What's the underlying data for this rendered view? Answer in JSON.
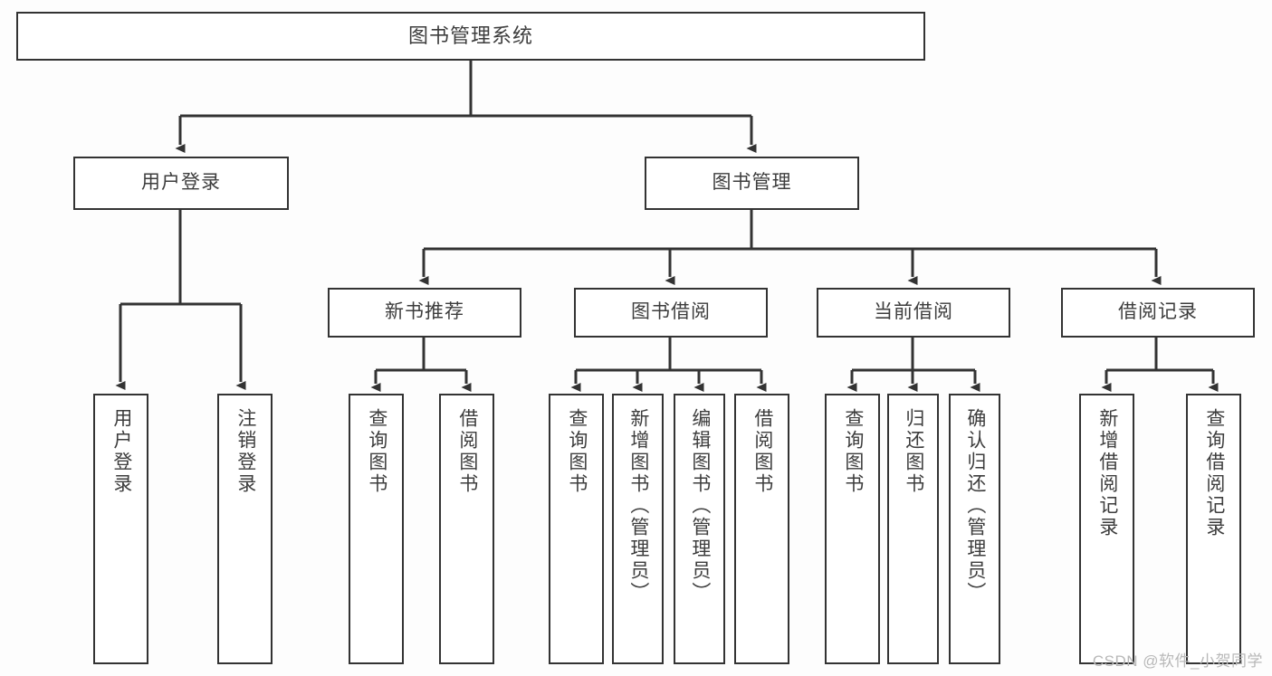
{
  "diagram": {
    "title": "图书管理系统",
    "type": "tree-hierarchy",
    "watermark": "CSDN @软件_小贺同学",
    "colors": {
      "box_border": "#333333",
      "box_fill": "#ffffff",
      "text": "#3d3d3d",
      "connector": "#333333",
      "background": "#fdfdfd",
      "watermark": "#b8b8b8"
    },
    "root": {
      "label": "图书管理系统"
    },
    "level2": [
      {
        "label": "用户登录"
      },
      {
        "label": "图书管理"
      }
    ],
    "level3": [
      {
        "label": "新书推荐"
      },
      {
        "label": "图书借阅"
      },
      {
        "label": "当前借阅"
      },
      {
        "label": "借阅记录"
      }
    ],
    "leaves": {
      "user_login": [
        {
          "label": "用户登录"
        },
        {
          "label": "注销登录"
        }
      ],
      "new_book_recommend": [
        {
          "label": "查询图书"
        },
        {
          "label": "借阅图书"
        }
      ],
      "book_borrow": [
        {
          "label": "查询图书"
        },
        {
          "label": "新增图书（管理员）"
        },
        {
          "label": "编辑图书（管理员）"
        },
        {
          "label": "借阅图书"
        }
      ],
      "current_borrow": [
        {
          "label": "查询图书"
        },
        {
          "label": "归还图书"
        },
        {
          "label": "确认归还（管理员）"
        }
      ],
      "borrow_record": [
        {
          "label": "新增借阅记录"
        },
        {
          "label": "查询借阅记录"
        }
      ]
    }
  }
}
